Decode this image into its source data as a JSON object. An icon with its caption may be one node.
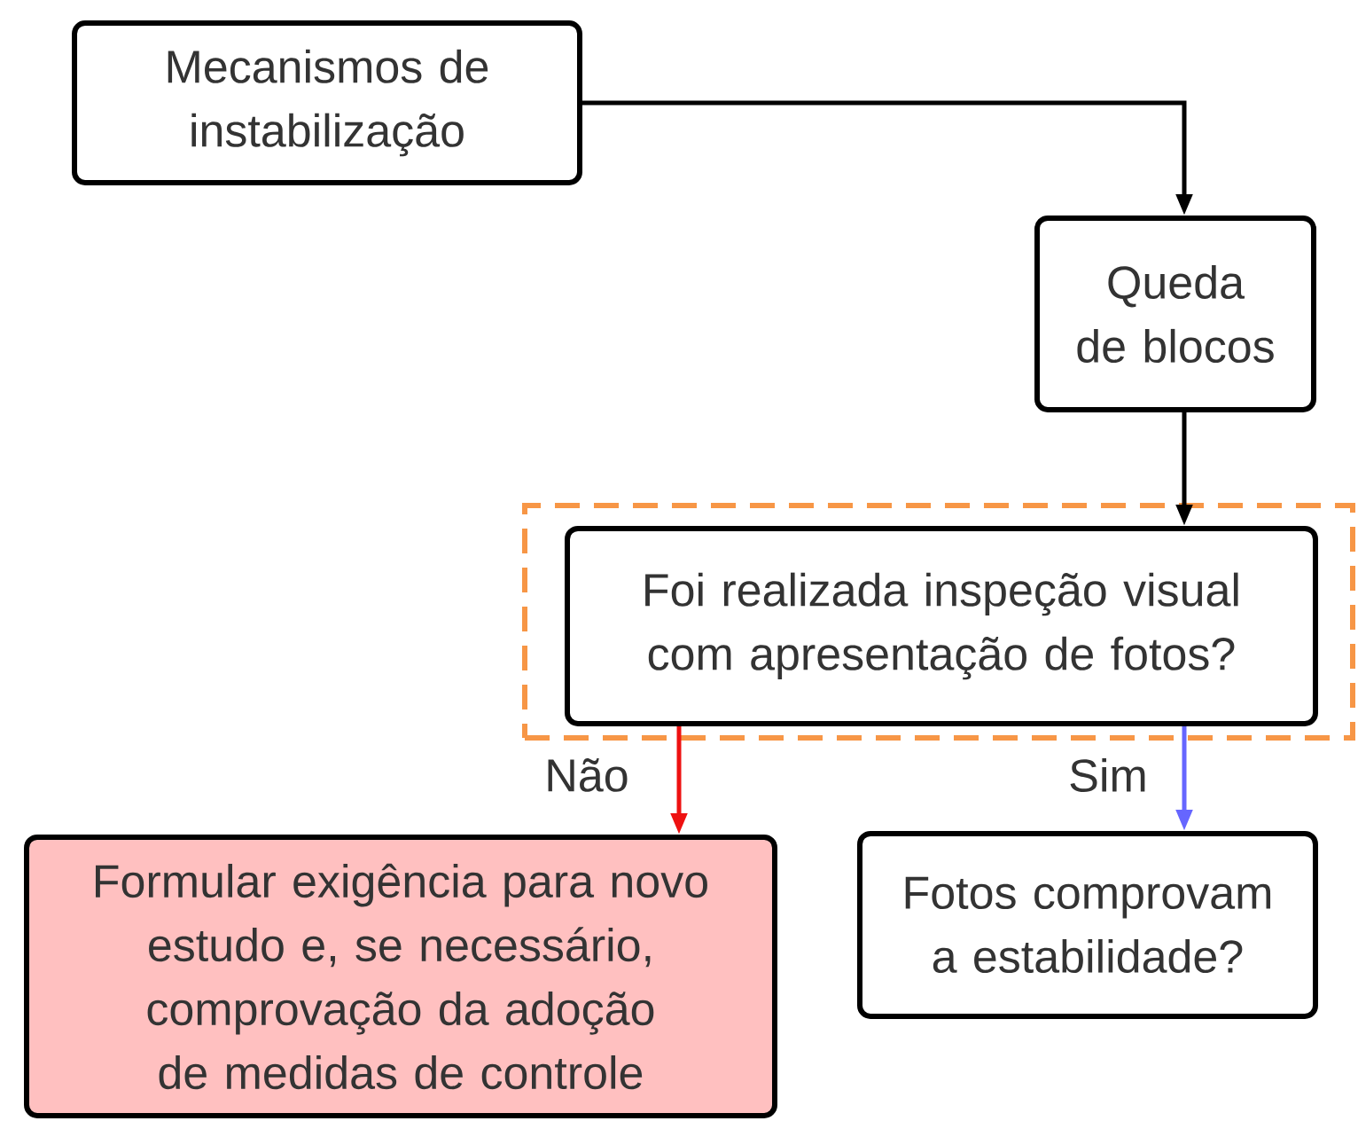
{
  "diagram": {
    "nodes": [
      {
        "text": [
          "Mecanismos de instabilização"
        ]
      },
      {
        "text": [
          "Queda de blocos"
        ]
      },
      {
        "text": [],
        "shape": "box"
      },
      {
        "text": [
          "Foi realizada inspeção visual com apresentação de fotos?"
        ],
        "in": 2
      },
      {
        "text": [
          "Formular exigência para novo estudo e, se necessário, comprovação da adoção de medidas de controle"
        ]
      },
      {
        "text": [
          "Fotos comprovam a estabilidade?"
        ]
      }
    ],
    "edges": [
      {
        "from": 0,
        "to": 1,
        "arrow": "to"
      },
      {
        "from": 1,
        "to": 3,
        "arrow": "to"
      },
      {
        "from": 3,
        "to": 4,
        "arrow": "to",
        "label": "Não",
        "color": "#ee1111"
      },
      {
        "from": 3,
        "to": 5,
        "arrow": "to",
        "label": "Sim",
        "color": "#6666ff"
      }
    ]
  }
}
